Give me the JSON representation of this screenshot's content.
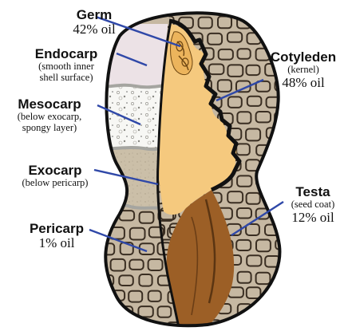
{
  "labels": {
    "germ": {
      "title": "Germ",
      "value": "42% oil"
    },
    "endocarp": {
      "title": "Endocarp",
      "sub1": "(smooth inner",
      "sub2": "shell surface)"
    },
    "mesocarp": {
      "title": "Mesocarp",
      "sub1": "(below exocarp,",
      "sub2": "spongy layer)"
    },
    "exocarp": {
      "title": "Exocarp",
      "sub1": "(below pericarp)"
    },
    "pericarp": {
      "title": "Pericarp",
      "value": "1% oil"
    },
    "cotyledon": {
      "title": "Cotyleden",
      "sub1": "(kernel)",
      "value": "48% oil"
    },
    "testa": {
      "title": "Testa",
      "sub1": "(seed coat)",
      "value": "12% oil"
    }
  },
  "colors": {
    "leader_line": "#2f48a8",
    "shell_outline": "#111111",
    "pericarp_fill": "#c6b8a2",
    "cell_stroke": "#3a2e22",
    "endocarp_fill": "#ece2e6",
    "mesocarp_fill": "#f7f7f4",
    "exocarp_fill": "#cbbfa8",
    "kernel_fill": "#f5c97e",
    "testa_fill": "#9c5f26",
    "germ_fill": "#ecb45c"
  }
}
